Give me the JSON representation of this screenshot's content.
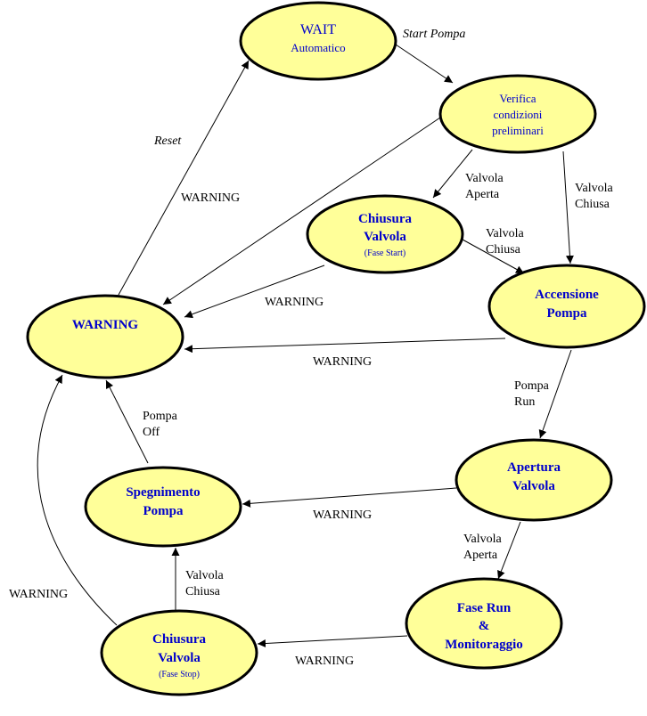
{
  "colors": {
    "node_fill": "#ffff99",
    "node_text": "#0000cc",
    "edge": "#000000"
  },
  "nodes": {
    "wait": {
      "lines": [
        "WAIT",
        "Automatico"
      ]
    },
    "verifica": {
      "lines": [
        "Verifica",
        "condizioni",
        "preliminari"
      ]
    },
    "chiusura_start": {
      "lines": [
        "Chiusura",
        "Valvola",
        "(Fase Start)"
      ]
    },
    "accensione": {
      "lines": [
        "Accensione",
        "Pompa"
      ]
    },
    "warning": {
      "lines": [
        "WARNING"
      ]
    },
    "apertura": {
      "lines": [
        "Apertura",
        "Valvola"
      ]
    },
    "spegnimento": {
      "lines": [
        "Spegnimento",
        "Pompa"
      ]
    },
    "fase_run": {
      "lines": [
        "Fase Run",
        "&",
        "Monitoraggio"
      ]
    },
    "chiusura_stop": {
      "lines": [
        "Chiusura",
        "Valvola",
        "(Fase Stop)"
      ]
    }
  },
  "edges": {
    "start_pompa": {
      "label": [
        "Start Pompa"
      ]
    },
    "reset": {
      "label": [
        "Reset"
      ]
    },
    "warning_from_verifica": {
      "label": [
        "WARNING"
      ]
    },
    "verifica_valvola_aperta": {
      "label": [
        "Valvola",
        "Aperta"
      ]
    },
    "verifica_valvola_chiusa": {
      "label": [
        "Valvola",
        "Chiusa"
      ]
    },
    "chiusura_start_valvola_chiusa": {
      "label": [
        "Valvola",
        "Chiusa"
      ]
    },
    "warning_from_chiusura_start": {
      "label": [
        "WARNING"
      ]
    },
    "warning_from_accensione": {
      "label": [
        "WARNING"
      ]
    },
    "pompa_run": {
      "label": [
        "Pompa",
        "Run"
      ]
    },
    "warning_from_apertura": {
      "label": [
        "WARNING"
      ]
    },
    "apertura_valvola_aperta": {
      "label": [
        "Valvola",
        "Aperta"
      ]
    },
    "pompa_off": {
      "label": [
        "Pompa",
        "Off"
      ]
    },
    "warning_from_fase_run": {
      "label": [
        "WARNING"
      ]
    },
    "chiusura_stop_valvola_chiusa": {
      "label": [
        "Valvola",
        "Chiusa"
      ]
    },
    "warning_from_chiusura_stop": {
      "label": [
        "WARNING"
      ]
    }
  }
}
